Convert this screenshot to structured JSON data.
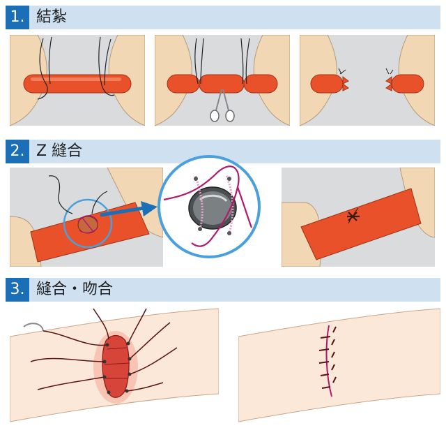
{
  "sections": [
    {
      "number": "1.",
      "title": "結紮"
    },
    {
      "number": "2.",
      "title": "Z 縫合"
    },
    {
      "number": "3.",
      "title": "縫合・吻合"
    }
  ],
  "colors": {
    "header_bg": "#cfe0f0",
    "number_bg": "#1a6fb6",
    "vessel": "#e8512a",
    "tissue": "#f1d7b4",
    "background_tissue": "#d9dbdd",
    "suture": "#b3176a",
    "skin": "#fbe8d8",
    "wound": "#d7443a",
    "callout_ring": "#4aa0dc"
  },
  "icons": [
    "scissors-icon",
    "arrow-icon"
  ]
}
